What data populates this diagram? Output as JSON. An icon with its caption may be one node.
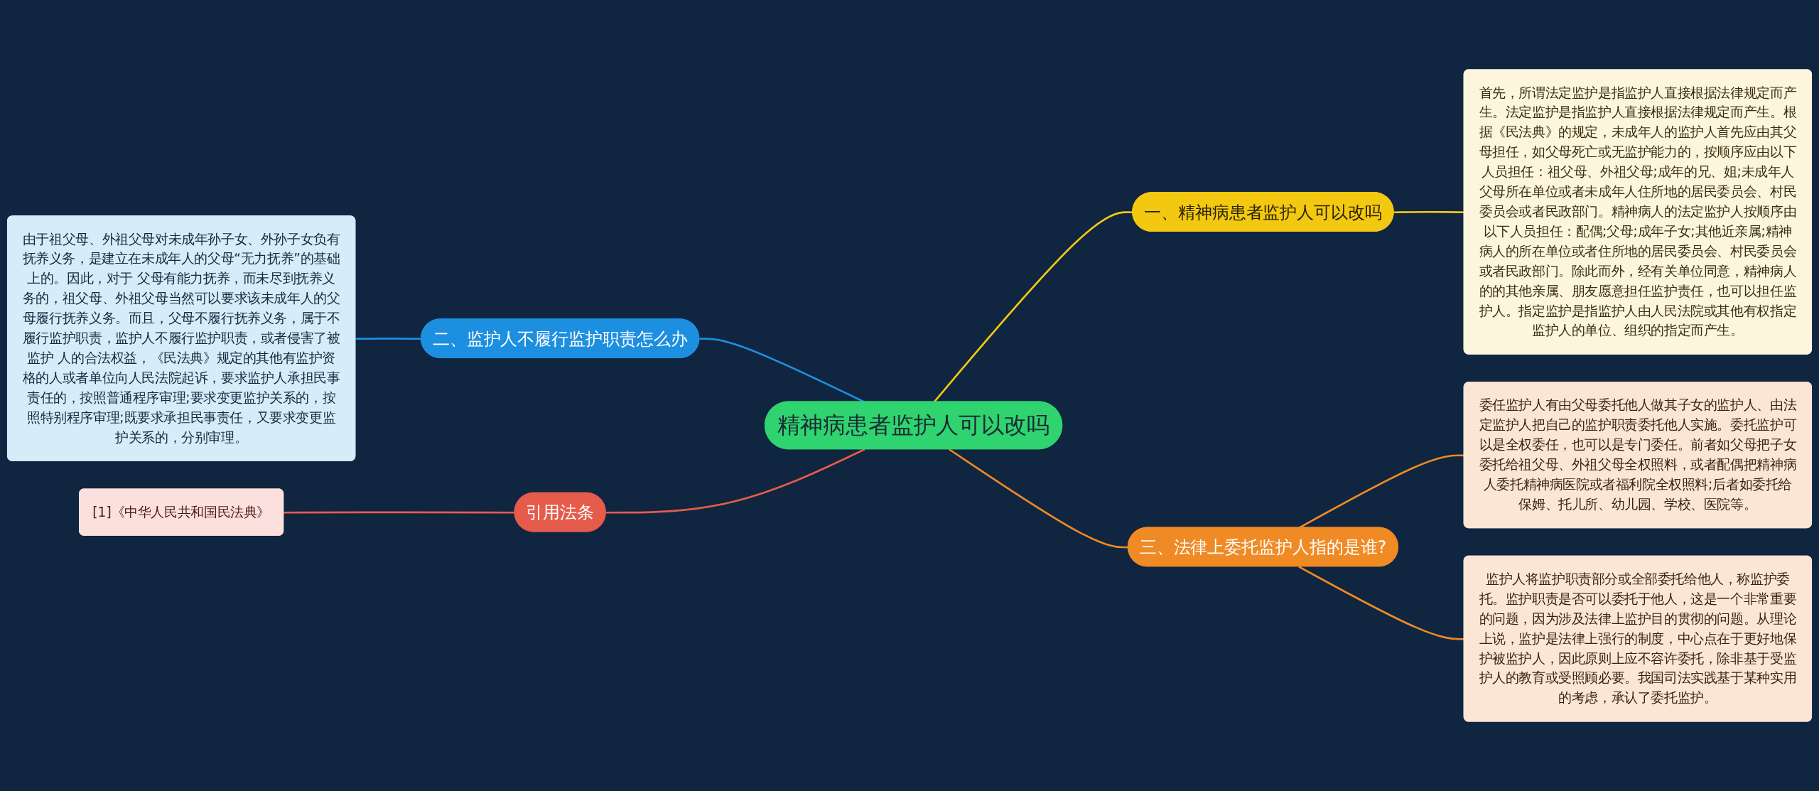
{
  "diagram": {
    "nodes": [
      {
        "text": [
          "精神病患者监护人可以改吗"
        ]
      },
      {
        "text": [
          "一、精神病患者监护人可以改吗"
        ]
      },
      {
        "text": [
          "首先，所谓法定监护是指监护人直接根据法律规定而产生。法定监护是指监护人直接根据法律规定而产生。根据《民法典》的规定，未成年人的监护人首先应由其父母担任，如父母死亡或无监护能力的，按顺序应由以下人员担任：祖父母、外祖父母;成年的兄、姐;未成年人父母所在单位或者未成年人住所地的居民委员会、村民委员会或者民政部门。精神病人的法定监护人按顺序由以下人员担任：配偶;父母;成年子女;其他近亲属;精神病人的所在单位或者住所地的居民委员会、村民委员会或者民政部门。除此而外，经有关单位同意，精神病人的的其他亲属、朋友愿意担任监护责任，也可以担任监护人。指定监护是指监护人由人民法院或其他有权指定监护人的单位、组织的指定而产生。"
        ]
      },
      {
        "text": [
          "二、监护人不履行监护职责怎么办"
        ]
      },
      {
        "text": [
          "由于祖父母、外祖父母对未成年孙子女、外孙子女负有抚养义务，是建立在未成年人的父母“无力抚养”的基础上的。因此，对于 父母有能力抚养，而未尽到抚养义务的，祖父母、外祖父母当然可以要求该未成年人的父母履行抚养义务。而且，父母不履行抚养义务，属于不履行监护职责，监护人不履行监护职责，或者侵害了被监护 人的合法权益，《民法典》规定的其他有监护资格的人或者单位向人民法院起诉，要求监护人承担民事责任的，按照普通程序审理;要求变更监护关系的，按照特别程序审理;既要求承担民事责任，又要求变更监护关系的，分别审理。"
        ]
      },
      {
        "text": [
          "引用法条"
        ]
      },
      {
        "text": [
          "[1]《中华人民共和国民法典》"
        ]
      },
      {
        "text": [
          "三、法律上委托监护人指的是谁?"
        ]
      },
      {
        "text": [
          "委任监护人有由父母委托他人做其子女的监护人、由法定监护人把自己的监护职责委托他人实施。委托监护可以是全权委任，也可以是专门委任。前者如父母把子女委托给祖父母、外祖父母全权照料，或者配偶把精神病人委托精神病医院或者福利院全权照料;后者如委托给保姆、托儿所、幼儿园、学校、医院等。"
        ]
      },
      {
        "text": [
          "监护人将监护职责部分或全部委托给他人，称监护委托。监护职责是否可以委托于他人，这是一个非常重要的问题，因为涉及法律上监护目的贯彻的问题。从理论上说，监护是法律上强行的制度，中心点在于更好地保护被监护人，因此原则上应不容许委托，除非基于受监护人的教育或受照顾必要。我国司法实践基于某种实用的考虑，承认了委托监护。"
        ]
      }
    ],
    "edges": [
      {
        "from": 4,
        "to": 3,
        "arrow": "none",
        "color": "#1d8fe1"
      },
      {
        "from": 3,
        "to": 0,
        "arrow": "none",
        "color": "#1d8fe1"
      },
      {
        "from": 6,
        "to": 5,
        "arrow": "none",
        "color": "#e55c4a"
      },
      {
        "from": 5,
        "to": 0,
        "arrow": "none",
        "color": "#e55c4a"
      },
      {
        "from": 0,
        "to": 1,
        "arrow": "none",
        "color": "#f2c811"
      },
      {
        "from": 1,
        "to": 2,
        "arrow": "none",
        "color": "#f2c811"
      },
      {
        "from": 0,
        "to": 7,
        "arrow": "none",
        "color": "#f08a24"
      },
      {
        "from": 7,
        "to": 8,
        "arrow": "none",
        "color": "#f08a24"
      },
      {
        "from": 7,
        "to": 9,
        "arrow": "none",
        "color": "#f08a24"
      }
    ]
  }
}
